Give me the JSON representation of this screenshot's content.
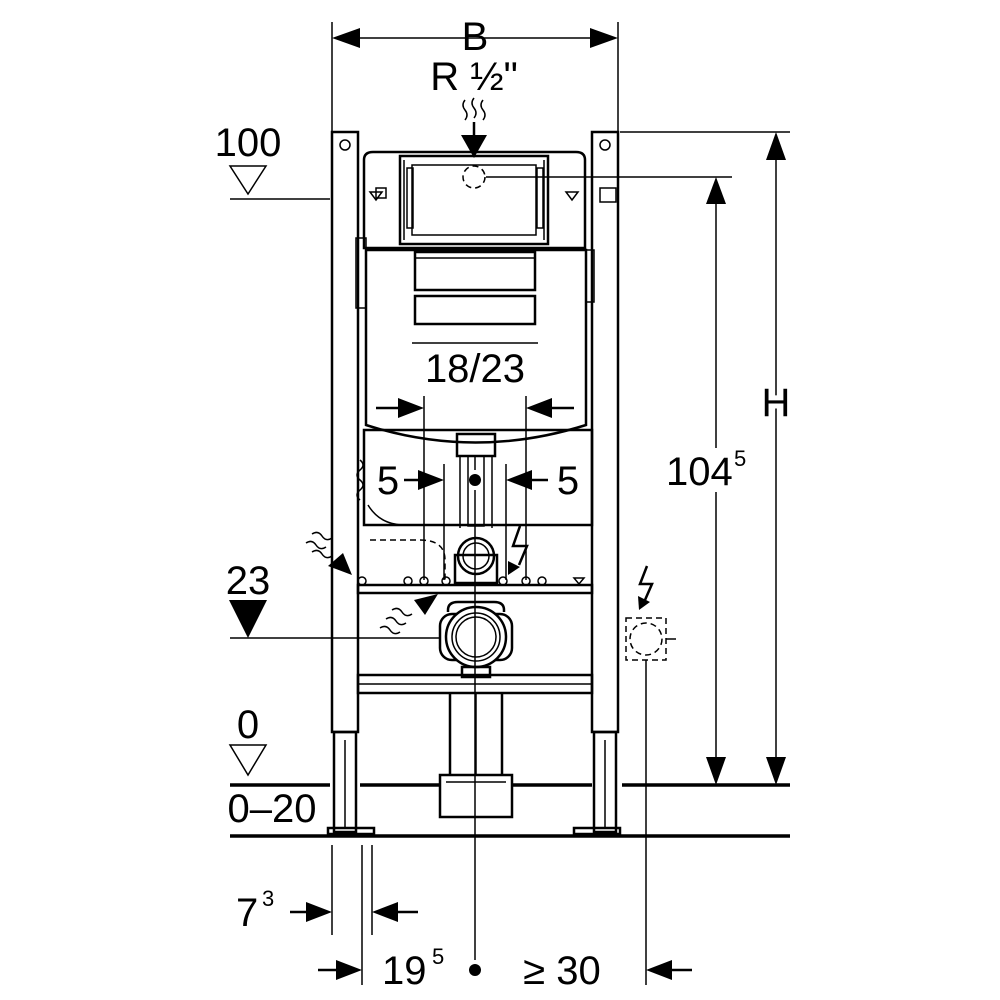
{
  "dimensions": {
    "width_label": "B",
    "connection_label": "R ½\"",
    "height_label": "H",
    "top_level": "100",
    "height_value_main": "104",
    "height_value_sup": "5",
    "flush_spacing": "18/23",
    "offset_left": "5",
    "offset_right": "5",
    "outlet_level": "23",
    "floor_level": "0",
    "floor_range": "0–20",
    "frame_offset_main": "7",
    "frame_offset_sup": "3",
    "axis_offset_main": "19",
    "axis_offset_sup": "5",
    "min_distance": "≥ 30"
  },
  "icons": [
    "water-supply-icon",
    "electric-icon",
    "water-connection-icon"
  ]
}
